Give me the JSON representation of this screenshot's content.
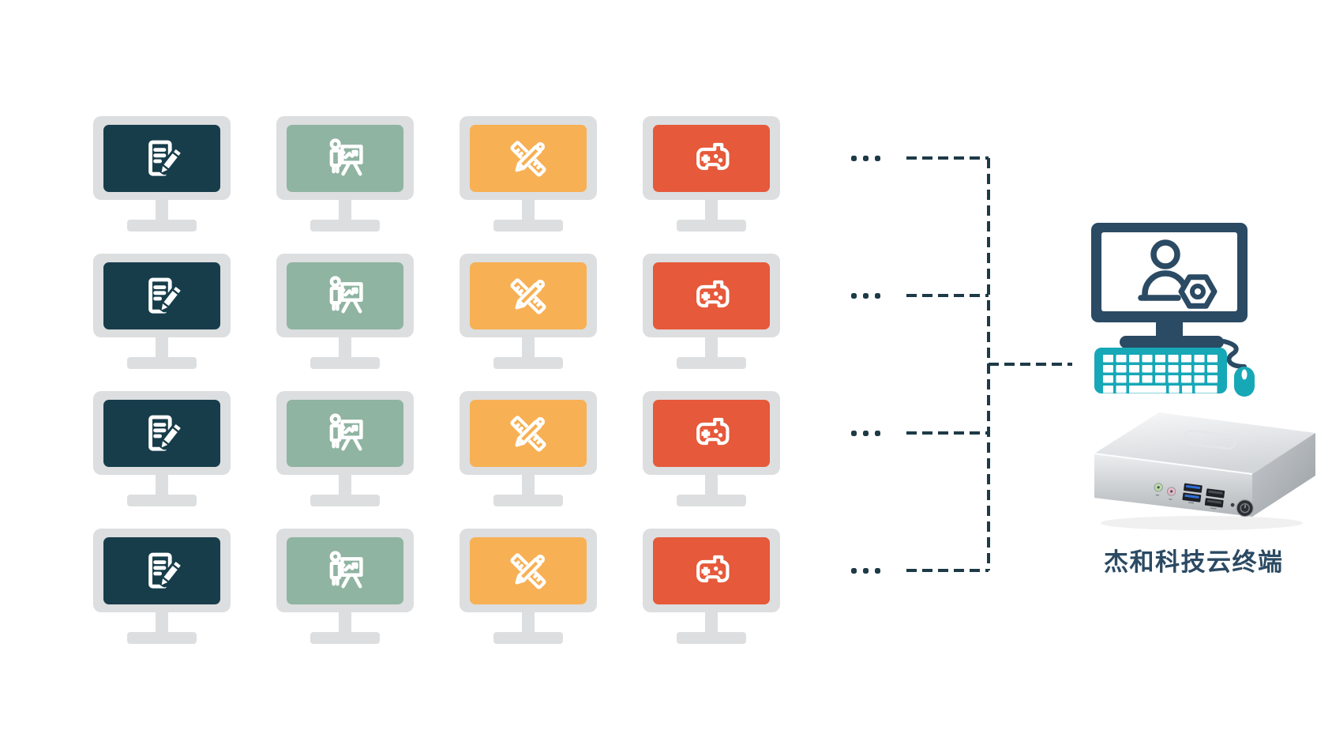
{
  "diagram": {
    "grid": {
      "rows": 4,
      "columns": [
        {
          "id": "office",
          "icon": "document-edit-icon",
          "screen_color": "#173d4b"
        },
        {
          "id": "presentation",
          "icon": "presentation-chart-icon",
          "screen_color": "#8fb4a1"
        },
        {
          "id": "design",
          "icon": "ruler-pencil-icon",
          "screen_color": "#f8b054"
        },
        {
          "id": "gaming",
          "icon": "gamepad-icon",
          "screen_color": "#e6593a"
        }
      ],
      "monitor_frame_color": "#dcdee0",
      "icon_color": "#ffffff"
    },
    "row_ellipsis": "...",
    "connectors": {
      "color": "#1d3a46",
      "style": "dashed"
    },
    "terminal": {
      "label": "杰和科技云终端",
      "admin_icon": "user-gear-icon",
      "navy": "#2b4a63",
      "teal": "#17a8b7"
    }
  }
}
